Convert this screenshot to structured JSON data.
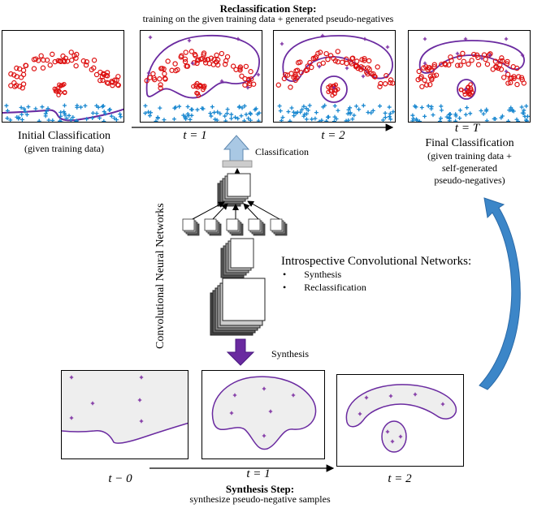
{
  "reclass": {
    "title_bold": "Reclassification Step",
    "title_colon": ":",
    "subtitle": "training on the given training data + generated pseudo-negatives"
  },
  "initial": {
    "title": "Initial Classification",
    "sub": "(given training data)"
  },
  "final": {
    "time": "t = T",
    "title": "Final Classification",
    "line1": "(given training data +",
    "line2": "self-generated",
    "line3": "pseudo-negatives)"
  },
  "top_times": [
    "t = 1",
    "t = 2"
  ],
  "cnn": {
    "vertical_label": "Convolutional Neural Networks",
    "classification": "Classification",
    "intro_title": "Introspective Convolutional Networks:",
    "bullets": [
      "Synthesis",
      "Reclassification"
    ],
    "bullet_char": "•",
    "synthesis_label": "Synthesis"
  },
  "synth": {
    "times": [
      "t − 0",
      "t = 1",
      "t = 2"
    ],
    "title_bold": "Synthesis Step",
    "title_colon": ":",
    "subtitle": "synthesize pseudo-negative samples"
  },
  "colors": {
    "positive": "#dd1111",
    "negative": "#1a88d0",
    "pseudo": "#7a2aa0",
    "boundary": "#6a2aa0",
    "arrow_up": "#8fb8dd",
    "arrow_down": "#6a2aa0",
    "curved_arrow": "#3c86c8",
    "region_fill": "#eeeeee"
  }
}
